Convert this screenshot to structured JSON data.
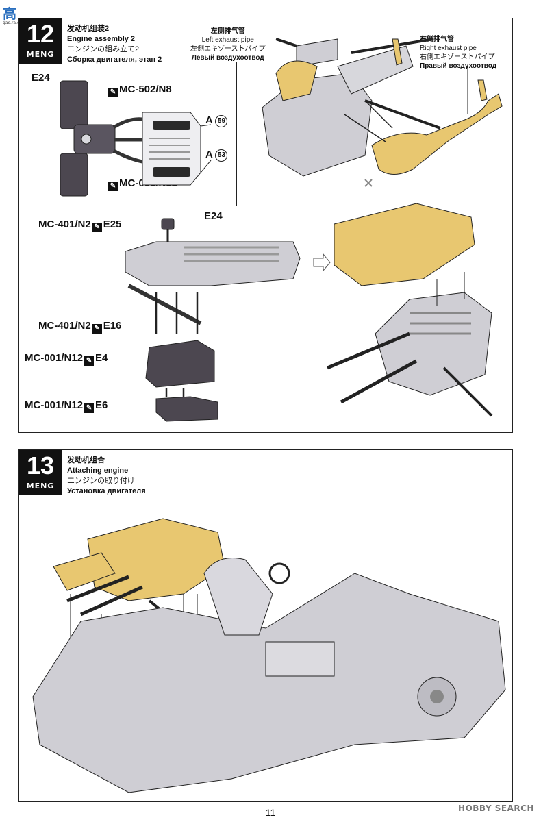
{
  "watermark": {
    "text": "高",
    "url": "gao.ra.com.cn"
  },
  "steps": [
    {
      "number": "12",
      "brand": "MENG",
      "title_lines": [
        "发动机组装2",
        "Engine assembly 2",
        "エンジンの組み立て2",
        "Сборка двигателя, этап 2"
      ],
      "callouts": {
        "left_pipe": [
          "左侧排气管",
          "Left exhaust pipe",
          "左側エキゾーストパイプ",
          "Левый воздухоотвод"
        ],
        "right_pipe": [
          "右侧排气管",
          "Right exhaust pipe",
          "右側エキゾーストパイプ",
          "Правый воздухоотвод"
        ]
      },
      "inset": {
        "part": "E24",
        "paint_top": "MC-502/N8",
        "paint_bottom": "MC-001/N12",
        "decal_a": "A",
        "decal_59": "59",
        "decal_53": "53"
      },
      "parts": {
        "e25": {
          "paint": "MC-401/N2",
          "code": "E25"
        },
        "e24": "E24",
        "e16": {
          "paint": "MC-401/N2",
          "code": "E16"
        },
        "e4": {
          "paint": "MC-001/N12",
          "code": "E4"
        },
        "e6": {
          "paint": "MC-001/N12",
          "code": "E6"
        }
      }
    },
    {
      "number": "13",
      "brand": "MENG",
      "title_lines": [
        "发动机组合",
        "Attaching engine",
        "エンジンの取り付け",
        "Установка двигателя"
      ]
    }
  ],
  "page_number": "11",
  "credit": "HOBBY SEARCH",
  "colors": {
    "gold": "#e8c770",
    "gray_part": "#cfced4",
    "dark_part": "#4c4750",
    "line": "#222222"
  }
}
